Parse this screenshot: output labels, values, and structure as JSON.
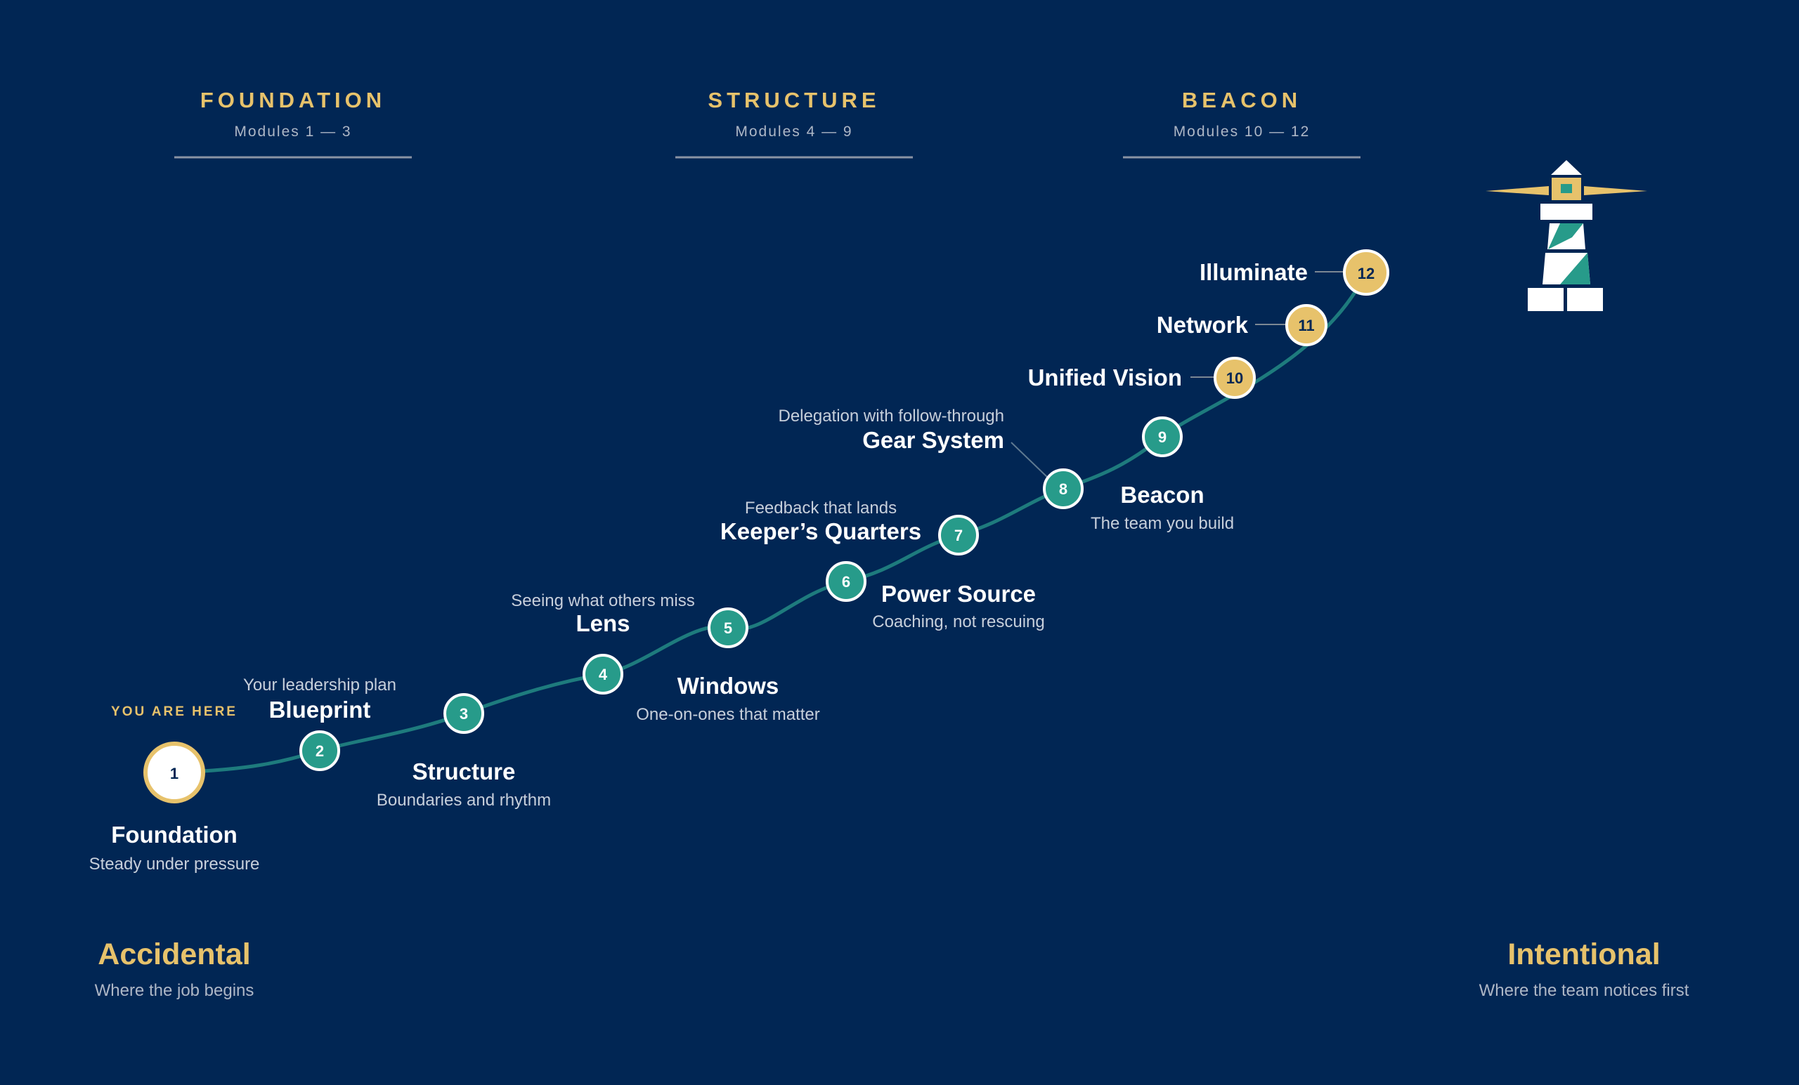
{
  "colors": {
    "background": "#012654",
    "gold": "#E7C26B",
    "teal": "#279B8A",
    "path": "#1E7B7D",
    "text_white": "#FFFFFF",
    "text_muted": "#C7CFDB",
    "rule": "#8A93A4"
  },
  "phases": [
    {
      "title": "FOUNDATION",
      "subtitle": "Modules 1 — 3"
    },
    {
      "title": "STRUCTURE",
      "subtitle": "Modules 4 — 9"
    },
    {
      "title": "BEACON",
      "subtitle": "Modules 10 — 12"
    }
  ],
  "modules": [
    {
      "num": "1",
      "title": "Foundation",
      "subtitle": "Steady under pressure",
      "style": "current"
    },
    {
      "num": "2",
      "title": "Blueprint",
      "subtitle": "Your leadership plan",
      "style": "teal"
    },
    {
      "num": "3",
      "title": "Structure",
      "subtitle": "Boundaries and rhythm",
      "style": "teal"
    },
    {
      "num": "4",
      "title": "Lens",
      "subtitle": "Seeing what others miss",
      "style": "teal"
    },
    {
      "num": "5",
      "title": "Windows",
      "subtitle": "One-on-ones that matter",
      "style": "teal"
    },
    {
      "num": "6",
      "title": "Power Source",
      "subtitle": "Coaching, not rescuing",
      "style": "teal"
    },
    {
      "num": "7",
      "title": "Keeper’s Quarters",
      "subtitle": "Feedback that lands",
      "style": "teal"
    },
    {
      "num": "8",
      "title": "Gear System",
      "subtitle": "Delegation with follow-through",
      "style": "teal"
    },
    {
      "num": "9",
      "title": "Beacon",
      "subtitle": "The team you build",
      "style": "teal"
    },
    {
      "num": "10",
      "title": "Unified Vision",
      "style": "gold"
    },
    {
      "num": "11",
      "title": "Network",
      "style": "gold"
    },
    {
      "num": "12",
      "title": "Illuminate",
      "style": "gold"
    }
  ],
  "you_are_here": "YOU ARE HERE",
  "endpoints": {
    "start": {
      "title": "Accidental",
      "subtitle": "Where the job begins"
    },
    "end": {
      "title": "Intentional",
      "subtitle": "Where the team notices first"
    }
  },
  "icons": {
    "lighthouse": "lighthouse-icon"
  }
}
